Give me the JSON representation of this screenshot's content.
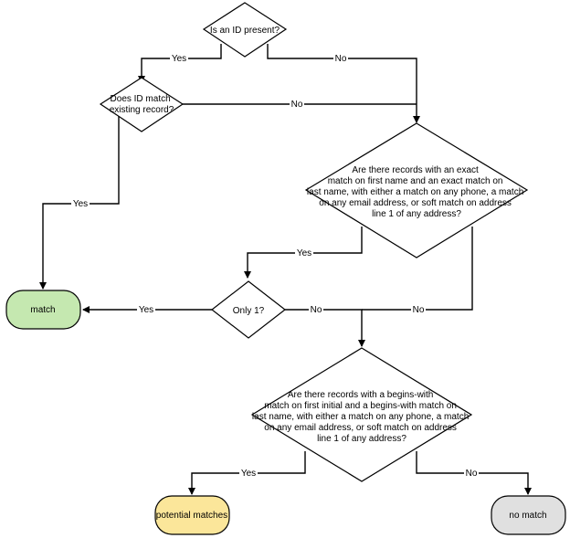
{
  "nodes": {
    "id_present": {
      "text": [
        "Is an ID present?"
      ]
    },
    "id_match": {
      "text": [
        "Does ID match",
        "existing record?"
      ]
    },
    "exact_match": {
      "text": [
        "Are there records with an exact",
        "match on first name and an exact match on",
        "last name, with either a match on any phone, a match",
        "on any email address, or soft match on address",
        "line 1 of any address?"
      ]
    },
    "only_one": {
      "text": [
        "Only 1?"
      ]
    },
    "begins_with": {
      "text": [
        "Are there records with a begins-with",
        "match on first initial and a begins-with match on",
        "last name, with either a match on any phone, a match",
        "on any email address, or soft match on address",
        "line 1 of any address?"
      ]
    },
    "match": {
      "text": [
        "match"
      ],
      "fill": "#c5e8b0"
    },
    "potential": {
      "text": [
        "potential matches"
      ],
      "fill": "#fbe69a"
    },
    "no_match": {
      "text": [
        "no match"
      ],
      "fill": "#e0e0e0"
    }
  },
  "edges": {
    "e1": "Yes",
    "e2": "No",
    "e3": "Yes",
    "e4": "No",
    "e5": "Yes",
    "e6": "Yes",
    "e7": "No",
    "e8": "No",
    "e9": "Yes",
    "e10": "No"
  }
}
